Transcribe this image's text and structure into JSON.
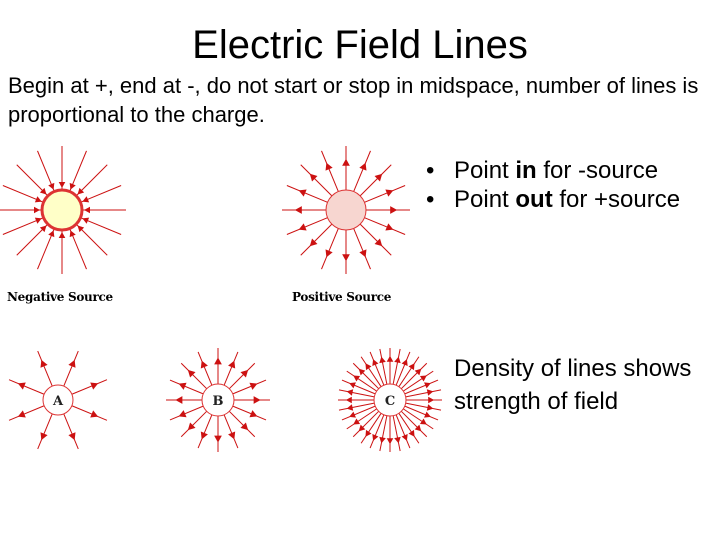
{
  "slide": {
    "title": "Electric Field Lines",
    "intro": "Begin at +, end at -, do not start or stop in midspace, number of lines is proportional to the charge."
  },
  "bullets": {
    "item1": {
      "pre": "Point ",
      "bold": "in",
      "post": " for -source"
    },
    "item2": {
      "pre": "Point ",
      "bold": "out",
      "post": " for +source"
    }
  },
  "density_text": "Density of lines shows strength of field",
  "figures": {
    "negative": {
      "caption": "Negative Source",
      "direction": "in",
      "lines": 16,
      "fill": "#ffffc8"
    },
    "positive": {
      "caption": "Positive Source",
      "direction": "out",
      "lines": 16,
      "fill": "#f7d6d0"
    },
    "A": {
      "label": "A",
      "direction": "out",
      "lines": 8
    },
    "B": {
      "label": "B",
      "direction": "out",
      "lines": 16
    },
    "C": {
      "label": "C",
      "direction": "out",
      "lines": 32
    }
  },
  "colors": {
    "line": "#cc1111",
    "arrow": "#cc1111",
    "charge_border": "#dd3333"
  }
}
